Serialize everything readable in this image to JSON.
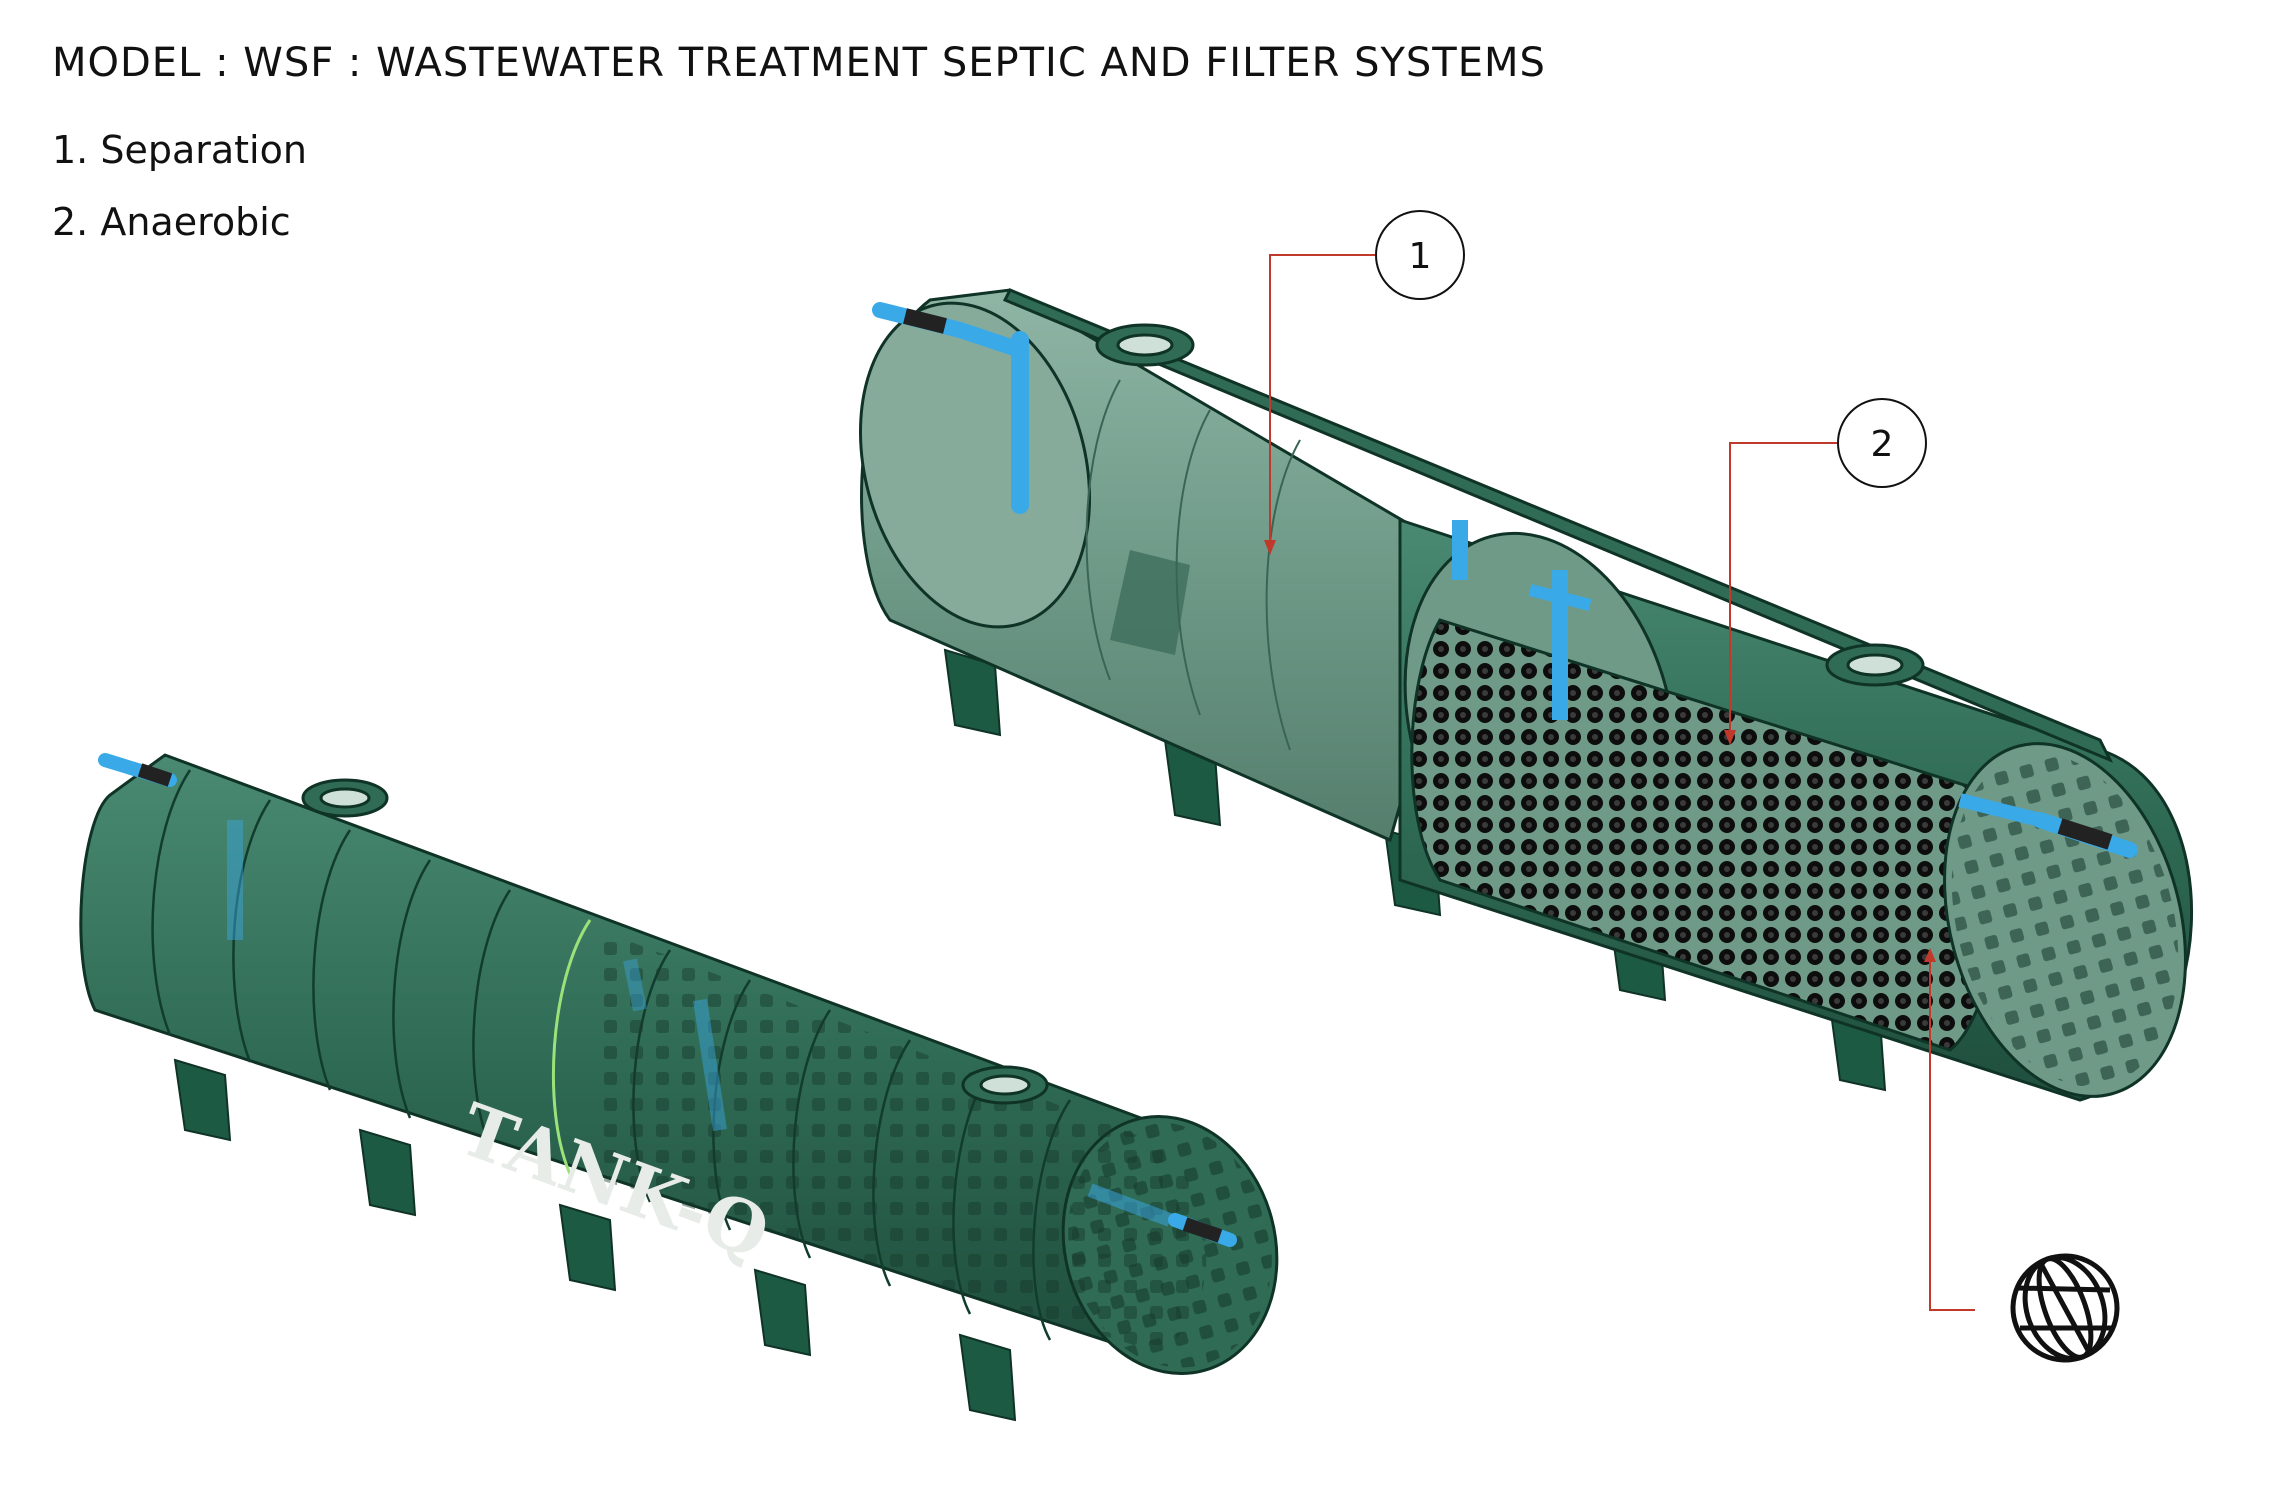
{
  "title": "MODEL : WSF : WASTEWATER TREATMENT SEPTIC AND FILTER SYSTEMS",
  "legend": [
    {
      "label": "1. Separation"
    },
    {
      "label": "2. Anaerobic"
    }
  ],
  "callouts": [
    {
      "number": "1"
    },
    {
      "number": "2"
    }
  ],
  "tank_label": "TANK-Q",
  "colors": {
    "tank_body": "#2f6b55",
    "tank_dark": "#1e4d3b",
    "support": "#1d5a44",
    "pipe": "#3aa9e8",
    "media": "#0d0d0d",
    "leader_line": "#c0392b"
  },
  "icons": [
    "bio-ball-filter-media-icon"
  ]
}
